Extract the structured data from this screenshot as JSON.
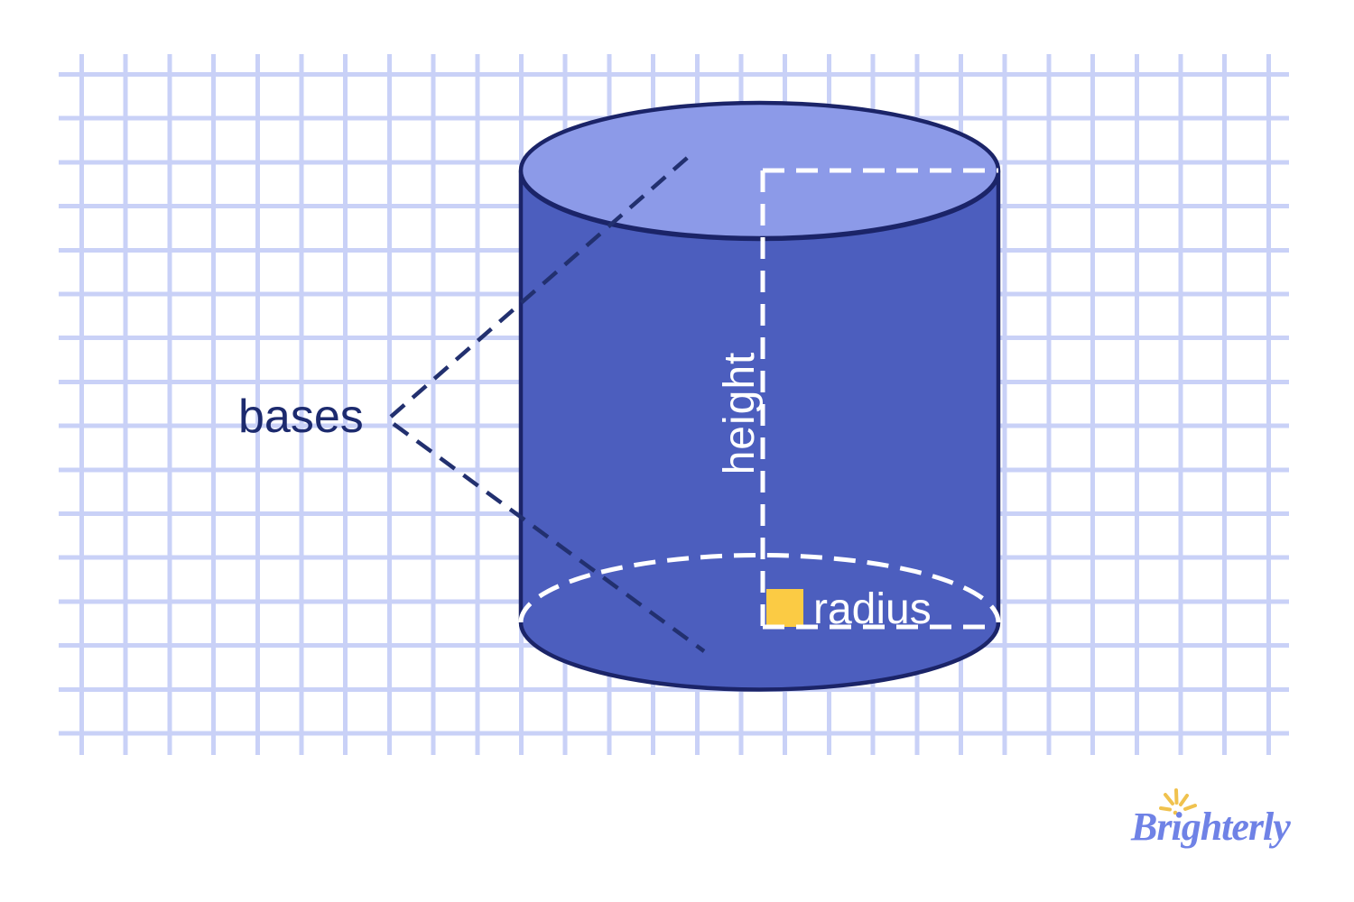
{
  "diagram": {
    "subject": "cylinder with labeled parts on squared grid paper",
    "labels": {
      "bases": "bases",
      "height": "height",
      "radius": "radius"
    },
    "markers": {
      "right_angle_marker": "yellow-square"
    }
  },
  "branding": {
    "logo_text": "Brighterly"
  },
  "colors": {
    "background": "#FFFFFF",
    "grid_line": "#C9D1F7",
    "cylinder_body": "#4C5EBE",
    "cylinder_top": "#8C9AE8",
    "outline_navy": "#1B2468",
    "pointer_dash_navy": "#22306F",
    "measure_dash_white": "#FFFFFF",
    "right_angle_yellow": "#FBCB44",
    "label_navy": "#1C2A6E",
    "logo_blue": "#6F82E6",
    "logo_yellow": "#F0C24E"
  }
}
